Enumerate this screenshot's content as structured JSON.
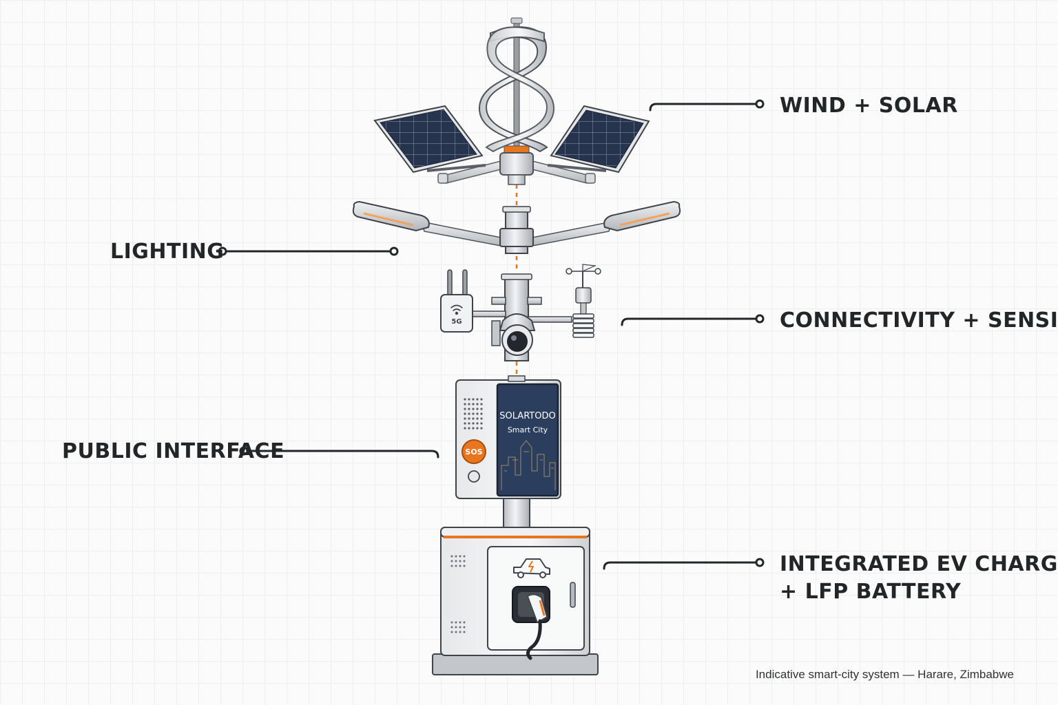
{
  "callouts": {
    "wind_solar": "WIND + SOLAR",
    "lighting": "LIGHTING",
    "connectivity": "CONNECTIVITY + SENSING",
    "public_interface": "PUBLIC INTERFACE",
    "ev_line1": "INTEGRATED EV CHARGING",
    "ev_line2": "+ LFP BATTERY"
  },
  "device": {
    "router_label": "5G",
    "screen_brand": "SOLARTODO",
    "screen_subtitle": "Smart City",
    "sos_label": "SOS"
  },
  "caption": "Indicative smart-city system — Harare, Zimbabwe",
  "icons": [
    "wind-turbine-icon",
    "solar-panel-icon",
    "street-light-icon",
    "5g-router-icon",
    "wifi-icon",
    "security-camera-icon",
    "weather-station-icon",
    "anemometer-icon",
    "sos-button-icon",
    "ev-car-icon",
    "charging-plug-icon"
  ],
  "colors": {
    "accent": "#e8761e",
    "ink": "#232629",
    "screen": "#2c3e5e",
    "metal": "#d9dcdf"
  }
}
